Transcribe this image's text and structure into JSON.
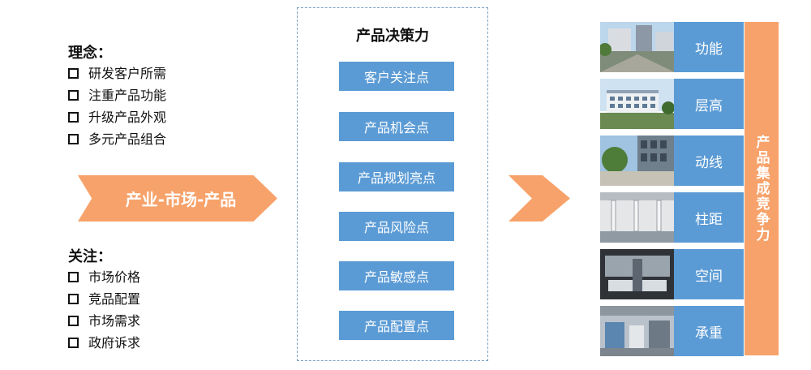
{
  "concept": {
    "title": "理念：",
    "items": [
      "研发客户所需",
      "注重产品功能",
      "升级产品外观",
      "多元产品组合"
    ]
  },
  "focus": {
    "title": "关注：",
    "items": [
      "市场价格",
      "竞品配置",
      "市场需求",
      "政府诉求"
    ]
  },
  "arrow_label": "产业-市场-产品",
  "decision": {
    "title": "产品决策力",
    "items": [
      "客户关注点",
      "产品机会点",
      "产品规划亮点",
      "产品风险点",
      "产品敏感点",
      "产品配置点"
    ]
  },
  "features": [
    "功能",
    "层高",
    "动线",
    "柱距",
    "空间",
    "承重"
  ],
  "competitiveness_label": "产品集成竞争力",
  "colors": {
    "accent_blue": "#5b9bd5",
    "accent_orange": "#f7a26a"
  }
}
